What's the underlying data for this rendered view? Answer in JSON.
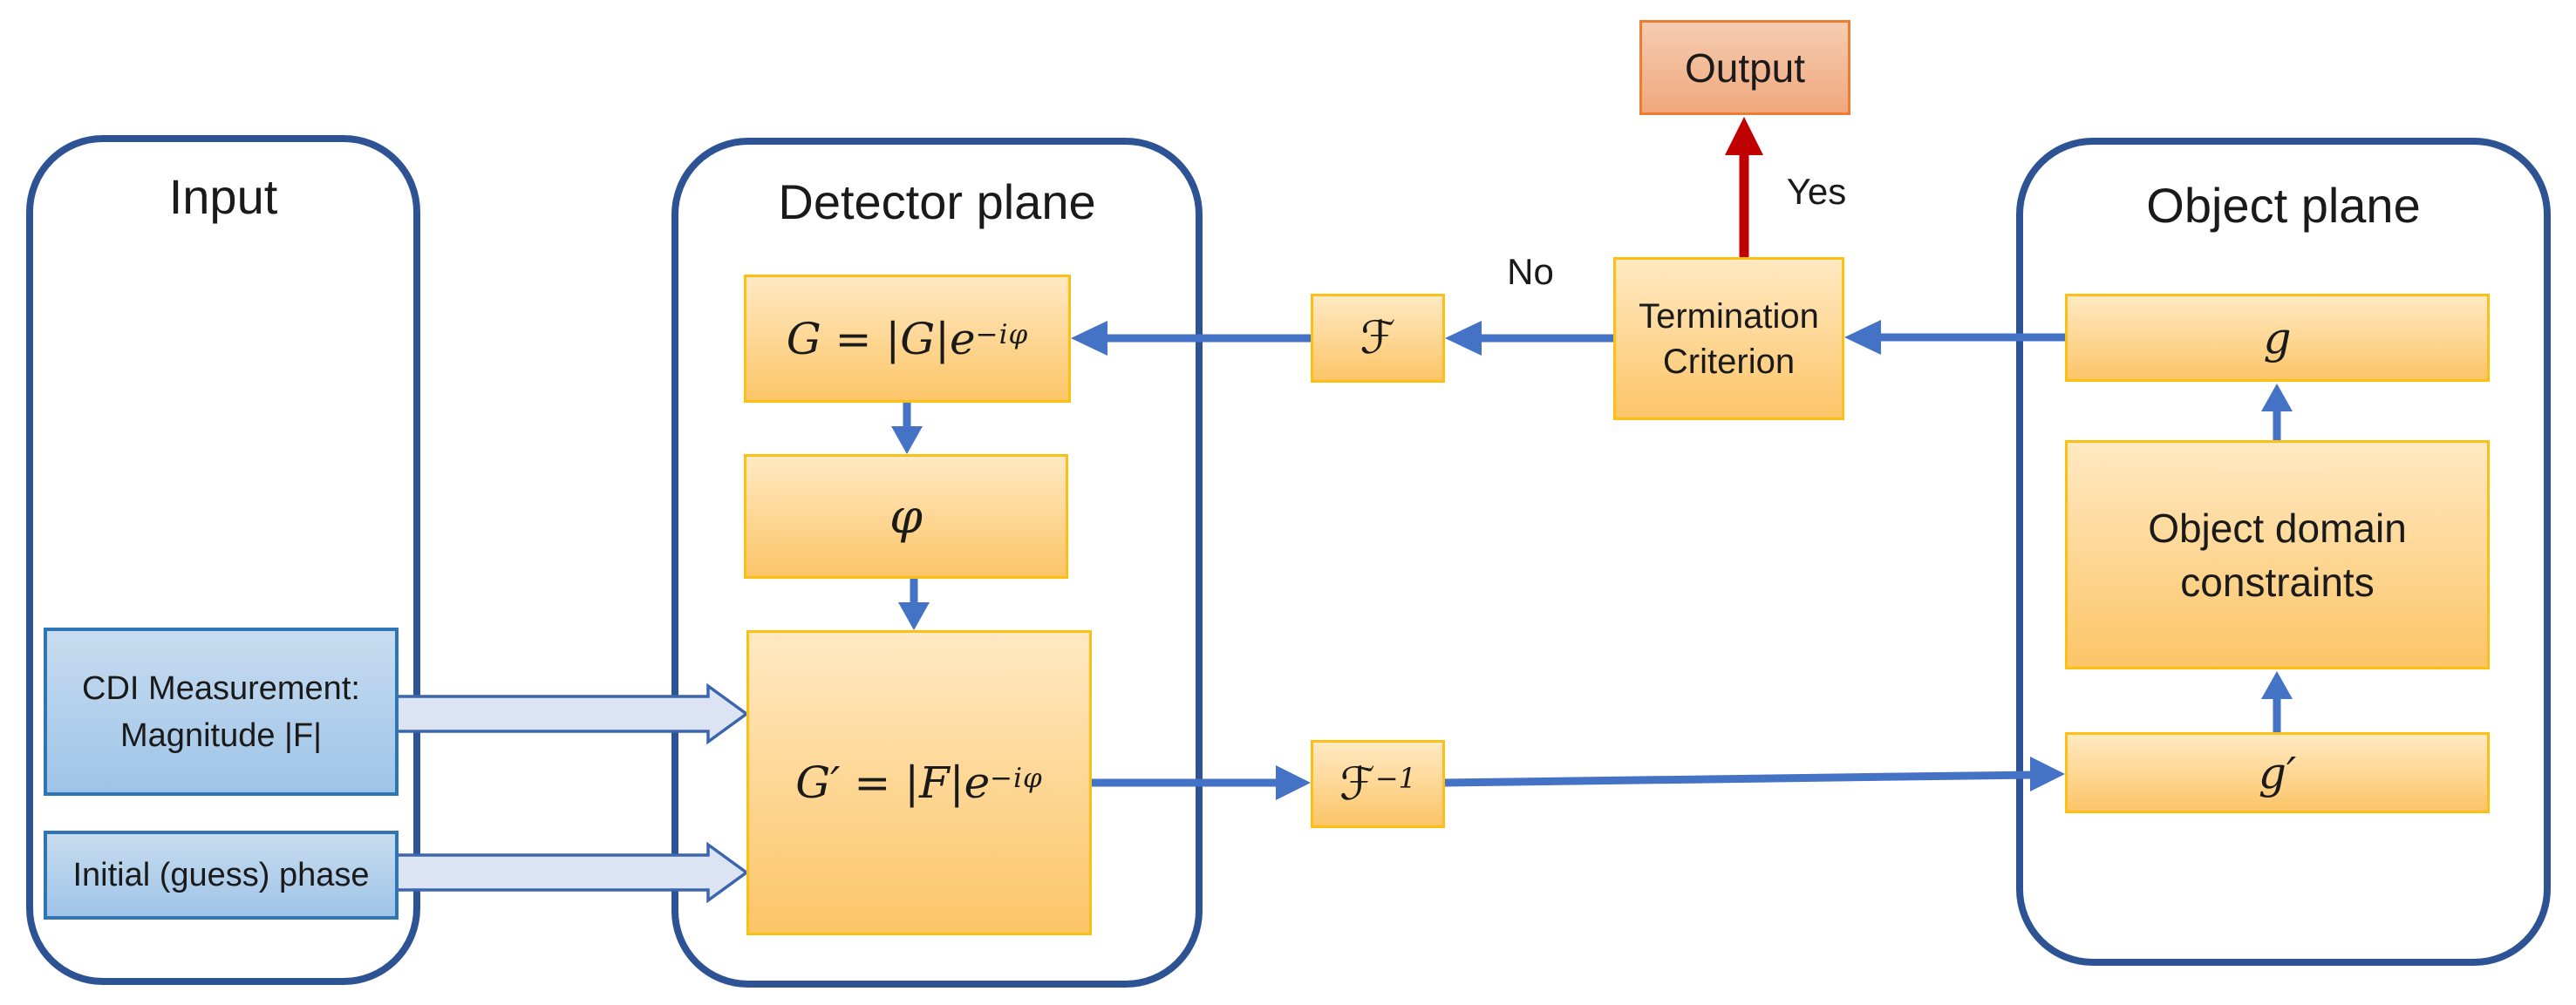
{
  "containers": {
    "input": {
      "title": "Input"
    },
    "detector": {
      "title": "Detector plane"
    },
    "object": {
      "title": "Object plane"
    }
  },
  "nodes": {
    "output": {
      "label": "Output"
    },
    "termination": {
      "line1": "Termination",
      "line2": "Criterion"
    },
    "fourier": {
      "symbol": "ℱ"
    },
    "fourier_inverse": {
      "symbol": "ℱ",
      "sup": "−1"
    },
    "g_detector": {
      "base": "G = |G|e",
      "sup": "−iφ"
    },
    "phi": {
      "symbol": "φ"
    },
    "g_prime_detector": {
      "base": "G′ = |F|e",
      "sup": "−iφ"
    },
    "cdi_measurement": {
      "line1": "CDI Measurement:",
      "line2": "Magnitude |F|"
    },
    "initial_phase": {
      "label": "Initial (guess) phase"
    },
    "g_object": {
      "label": "g"
    },
    "object_constraints": {
      "line1": "Object domain",
      "line2": "constraints"
    },
    "g_prime_object": {
      "label": "g′"
    }
  },
  "edge_labels": {
    "yes": "Yes",
    "no": "No"
  },
  "colors": {
    "c-container-border": "#2e5395",
    "c-orange-top": "#ffe9c2",
    "c-orange-bottom": "#fcc568",
    "c-orange-border": "#fcbf13",
    "c-output-top": "#f6ccb0",
    "c-output-bottom": "#efa87e",
    "c-output-border": "#ed7d31",
    "c-blue-top": "#c8dcf0",
    "c-blue-bottom": "#9ec4e7",
    "c-blue-border": "#2e75b6",
    "c-arrow-blue": "#4472c4",
    "c-arrow-red": "#be0000",
    "c-hollow-fill": "#dce4f3",
    "c-hollow-border": "#3b66ae",
    "c-text": "#1a1a1a"
  }
}
